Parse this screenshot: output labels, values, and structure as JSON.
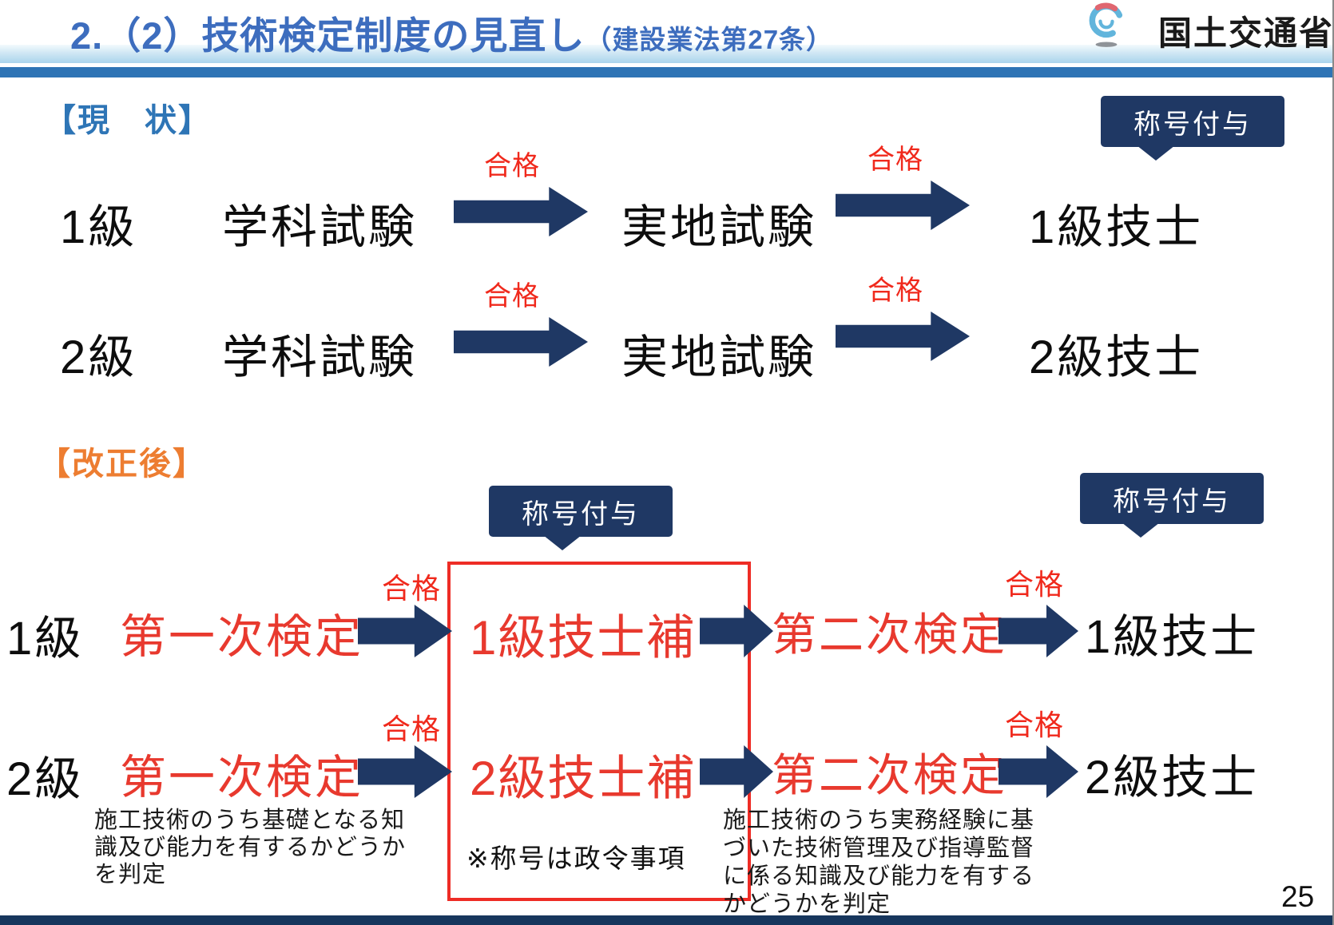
{
  "header": {
    "title_main": "2.（2）技術検定制度の見直し",
    "title_sub": "（建設業法第27条）",
    "agency_name": "国土交通省"
  },
  "labels": {
    "pass": "合格",
    "title_grant": "称号付与"
  },
  "current": {
    "section_label": "【現　状】",
    "rows": [
      {
        "level": "1級",
        "step1": "学科試験",
        "step2": "実地試験",
        "result": "1級技士"
      },
      {
        "level": "2級",
        "step1": "学科試験",
        "step2": "実地試験",
        "result": "2級技士"
      }
    ]
  },
  "revised": {
    "section_label": "【改正後】",
    "rows": [
      {
        "level": "1級",
        "step1": "第一次検定",
        "interim": "1級技士補",
        "step2": "第二次検定",
        "result": "1級技士"
      },
      {
        "level": "2級",
        "step1": "第一次検定",
        "interim": "2級技士補",
        "step2": "第二次検定",
        "result": "2級技士"
      }
    ],
    "box_note": "※称号は政令事項",
    "note_first_exam_lines": [
      "施工技術のうち基礎となる知",
      "識及び能力を有するかどうか",
      "を判定"
    ],
    "note_second_exam_lines": [
      "施工技術のうち実務経験に基",
      "づいた技術管理及び指導監督",
      "に係る知識及び能力を有する",
      "かどうかを判定"
    ]
  },
  "footer": {
    "page_number": "25"
  },
  "colors": {
    "title_blue": "#3d6dbe",
    "header_bar_blue": "#2e74b5",
    "section_label_blue": "#2e75b6",
    "section_label_orange": "#ed7d31",
    "arrow_badge_navy": "#1f3864",
    "flow_red": "#e8392e",
    "pass_red": "#f0291c",
    "highlight_box_red": "#ee2c25",
    "bottom_bar_navy": "#17365d"
  }
}
